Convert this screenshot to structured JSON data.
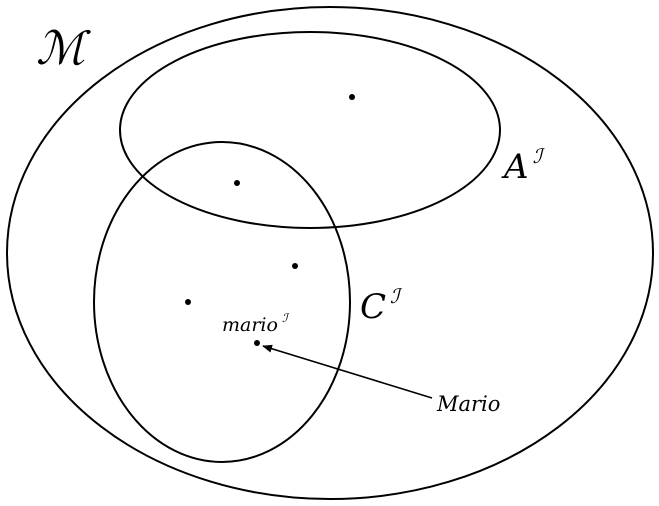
{
  "labels": {
    "universe": "ℳ",
    "set_a_base": "A",
    "set_a_sup": "ℐ",
    "set_c_base": "C",
    "set_c_sup": "ℐ",
    "element_base": "mario",
    "element_sup": "ℐ",
    "constant_name": "Mario"
  },
  "colors": {
    "stroke": "#000000",
    "background": "#ffffff"
  }
}
